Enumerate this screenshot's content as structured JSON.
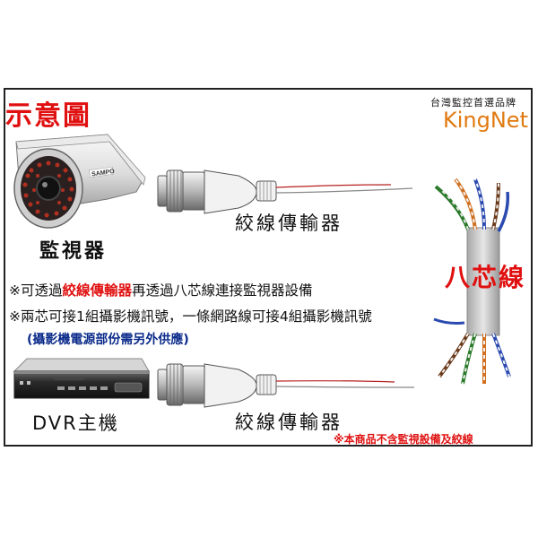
{
  "header": {
    "title": "示意圖",
    "tagline": "台灣監控首選品牌",
    "brand": "KingNet"
  },
  "devices": {
    "camera_label": "監視器",
    "camera_brand_text": "SAMPO",
    "dvr_label": "DVR主機",
    "balun_label_top": "絞線傳輸器",
    "balun_label_bottom": "絞線傳輸器",
    "cable_label": "八芯線"
  },
  "notes": {
    "line1_prefix": "※可透過",
    "line1_emphasis": "絞線傳輸器",
    "line1_suffix": "再透過八芯線連接監視器設備",
    "line2": "※兩芯可接1組攝影機訊號，一條網路線可接4組攝影機訊號",
    "line3": "(攝影機電源部份需另外供應)",
    "disclaimer": "※本商品不含監視設備及絞線"
  },
  "colors": {
    "accent_red": "#e01010",
    "brand_orange": "#e07a10",
    "note_blue": "#0a2a8a"
  }
}
